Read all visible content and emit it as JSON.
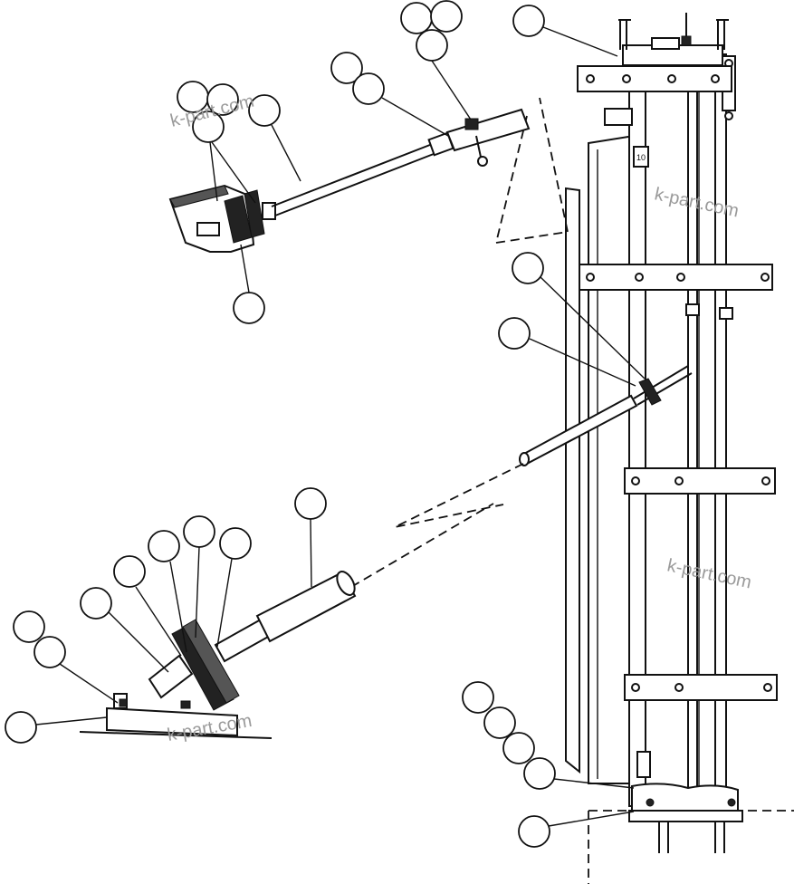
{
  "watermarks": [
    "k-part.com",
    "k-part.com",
    "k-part.com",
    "k-part.com"
  ],
  "panel_tag": "10"
}
